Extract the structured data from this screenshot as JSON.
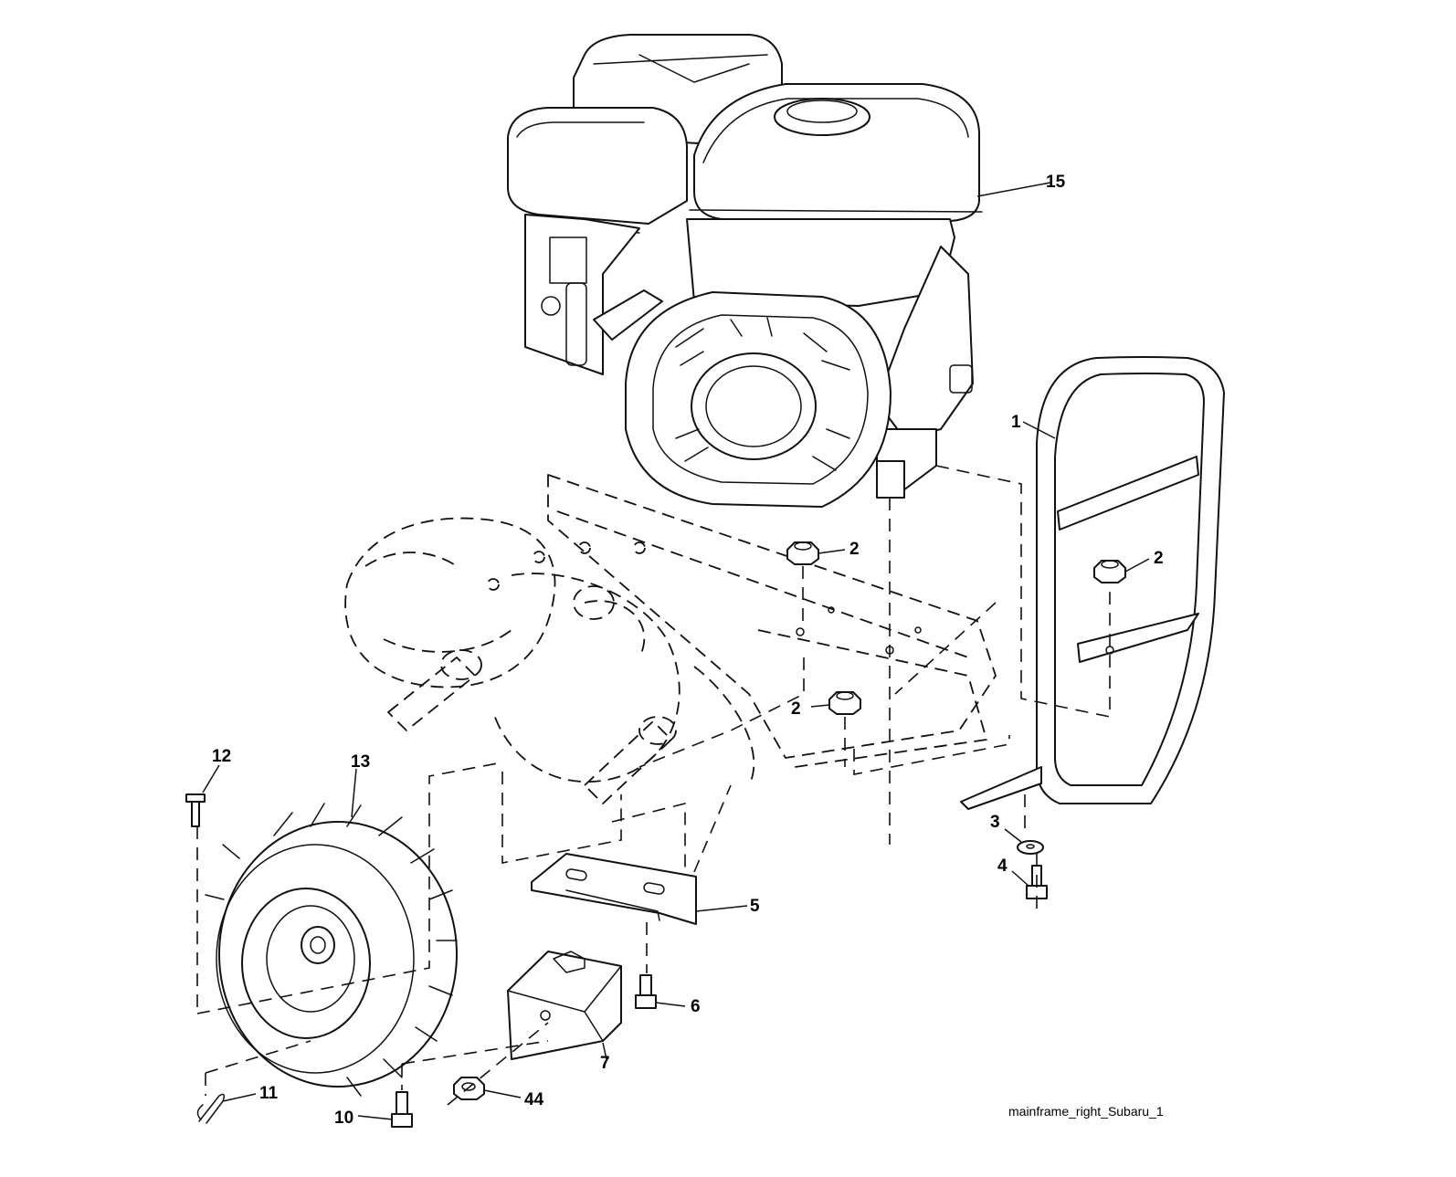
{
  "diagram": {
    "caption": "mainframe_right_Subaru_1",
    "callouts": [
      {
        "id": "c15",
        "label": "15"
      },
      {
        "id": "c1",
        "label": "1"
      },
      {
        "id": "c2a",
        "label": "2"
      },
      {
        "id": "c2b",
        "label": "2"
      },
      {
        "id": "c2c",
        "label": "2"
      },
      {
        "id": "c3",
        "label": "3"
      },
      {
        "id": "c4",
        "label": "4"
      },
      {
        "id": "c5",
        "label": "5"
      },
      {
        "id": "c6",
        "label": "6"
      },
      {
        "id": "c7",
        "label": "7"
      },
      {
        "id": "c10",
        "label": "10"
      },
      {
        "id": "c11",
        "label": "11"
      },
      {
        "id": "c12",
        "label": "12"
      },
      {
        "id": "c13",
        "label": "13"
      },
      {
        "id": "c44",
        "label": "44"
      }
    ]
  }
}
